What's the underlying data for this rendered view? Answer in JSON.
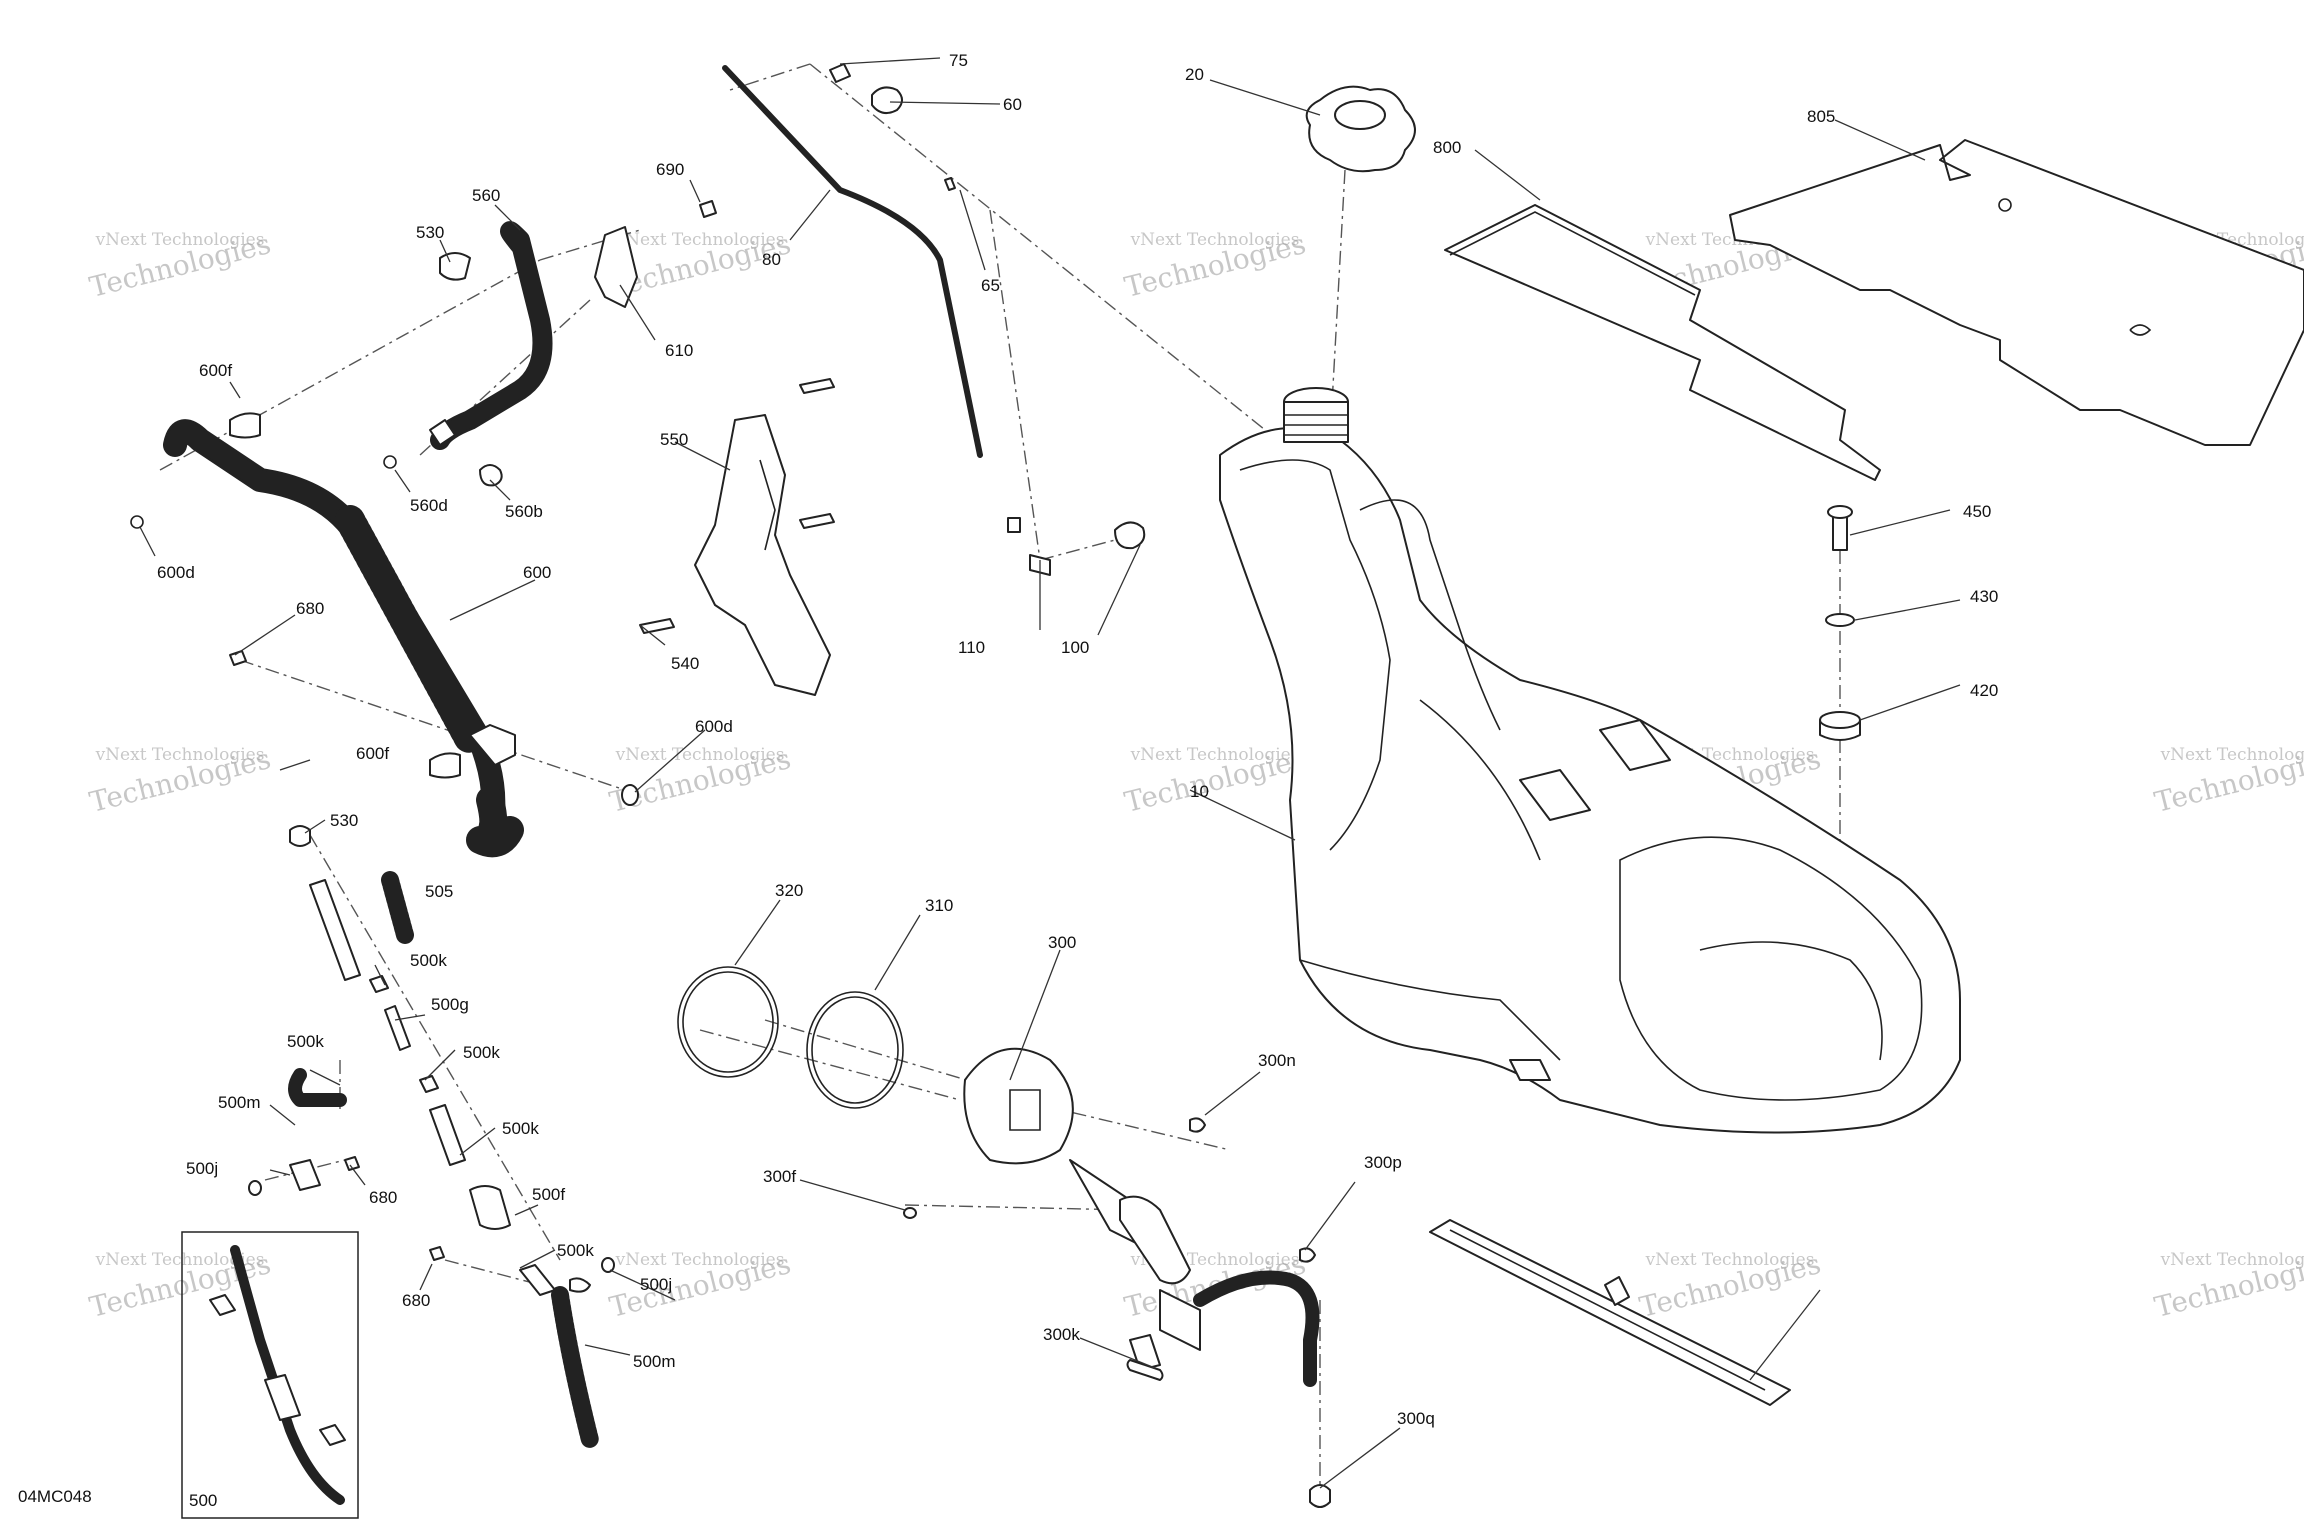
{
  "diagram_code": "04MC048",
  "watermark": {
    "line1": "vNext Technologies",
    "line2": "Technologies"
  },
  "callouts": [
    "75",
    "60",
    "20",
    "805",
    "800",
    "690",
    "560",
    "530",
    "80",
    "65",
    "610",
    "600f",
    "550",
    "560d",
    "560b",
    "600d",
    "600",
    "680",
    "540",
    "110",
    "100",
    "450",
    "430",
    "420",
    "600d",
    "600f",
    "10",
    "530",
    "505",
    "500k",
    "320",
    "310",
    "300",
    "500g",
    "500k",
    "500k",
    "300n",
    "500m",
    "500k",
    "500j",
    "680",
    "300f",
    "500f",
    "300p",
    "680",
    "500k",
    "500j",
    "300k",
    "500m",
    "300q",
    "500"
  ]
}
